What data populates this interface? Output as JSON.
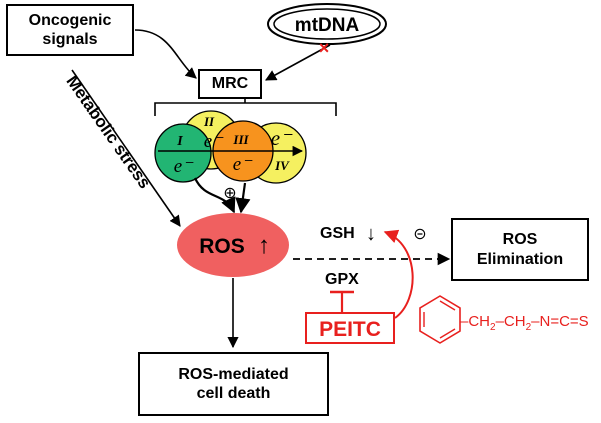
{
  "oncogenic_box": {
    "text": "Oncogenic\nsignals"
  },
  "mtdna": {
    "label": "mtDNA",
    "blocked_mark": "×"
  },
  "mrc_box": {
    "label": "MRC"
  },
  "complexes": [
    {
      "roman": "I",
      "electron": "e⁻",
      "color": "#22b573"
    },
    {
      "roman": "II",
      "electron": "e⁻",
      "color": "#f5f060"
    },
    {
      "roman": "III",
      "electron": "e⁻",
      "color": "#f7931e"
    },
    {
      "roman": "IV",
      "electron": "e⁻",
      "color": "#f5f060"
    }
  ],
  "metabolic_stress": {
    "text": "Metabolic stress"
  },
  "ros": {
    "label": "ROS",
    "arrow": "↑",
    "color": "#f06060"
  },
  "plus_sign": "⊕",
  "minus_sign": "⊝",
  "gsh": {
    "text": "GSH",
    "arrow": "↓"
  },
  "gpx": {
    "text": "GPX"
  },
  "ros_elimination": {
    "text": "ROS\nElimination"
  },
  "peitc": {
    "text": "PEITC",
    "color": "#e8201e"
  },
  "ros_death": {
    "text": "ROS-mediated\ncell death"
  },
  "structure": {
    "chain": "–CH",
    "sub": "2",
    "tail": "–N=C=S"
  }
}
